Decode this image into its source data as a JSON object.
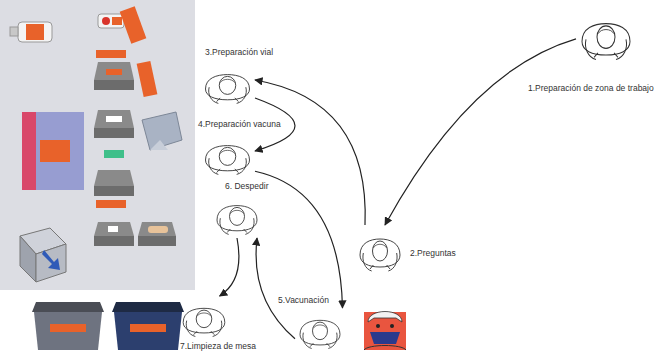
{
  "diagram": {
    "nodes": [
      {
        "text": [
          "1.Preparación de zona de trabajo"
        ]
      },
      {
        "text": [
          "2.Preguntas"
        ]
      },
      {
        "text": [
          "3.Preparación vial"
        ]
      },
      {
        "text": [
          "4.Preparación vacuna"
        ]
      },
      {
        "text": [
          "5.Vacunación"
        ]
      },
      {
        "text": [
          "6. Despedir"
        ]
      },
      {
        "text": [
          "7.Limpieza de mesa"
        ]
      }
    ],
    "edges": [
      {
        "from": 0,
        "to": 1,
        "arrow": "to"
      },
      {
        "from": 1,
        "to": 2,
        "arrow": "to"
      },
      {
        "from": 2,
        "to": 3,
        "arrow": "to"
      },
      {
        "from": 3,
        "to": 4,
        "arrow": "to"
      },
      {
        "from": 4,
        "to": 5,
        "arrow": "to"
      },
      {
        "from": 5,
        "to": 6,
        "arrow": "to"
      }
    ]
  }
}
